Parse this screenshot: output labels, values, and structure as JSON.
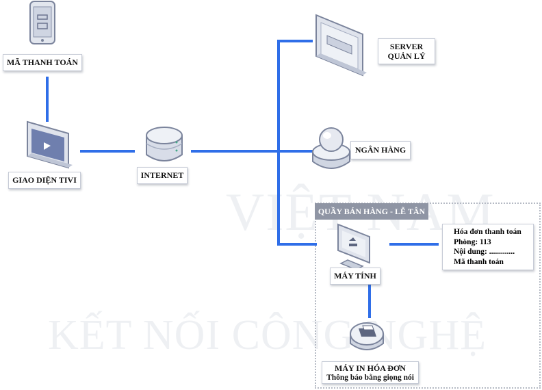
{
  "watermark": {
    "line1": "VIỆT NAM",
    "line2": "KẾT NỐI CÔNG NGHỆ"
  },
  "nodes": {
    "payment_code": {
      "label": "MÃ THANH TOÁN"
    },
    "tv_interface": {
      "label": "GIAO DIỆN TIVI"
    },
    "internet": {
      "label": "INTERNET"
    },
    "server": {
      "line1": "SERVER",
      "line2": "QUẢN LÝ"
    },
    "bank": {
      "label": "NGÂN HÀNG"
    },
    "computer": {
      "label": "MÁY TÍNH"
    },
    "printer": {
      "line1": "MÁY IN HÓA ĐƠN",
      "line2": "Thông báo bằng giọng nói"
    }
  },
  "zone": {
    "title": "QUẦY BÁN HÀNG - LỄ TÂN"
  },
  "invoice": {
    "lines": [
      "Hóa đơn thanh toán",
      "Phòng: 113",
      "Nội dung: .............",
      "Mã thanh toán"
    ]
  },
  "colors": {
    "connector": "#2f6ee8",
    "device": "#d6dbe6",
    "device_dark": "#5d6680",
    "screen": "#6f7fae"
  }
}
